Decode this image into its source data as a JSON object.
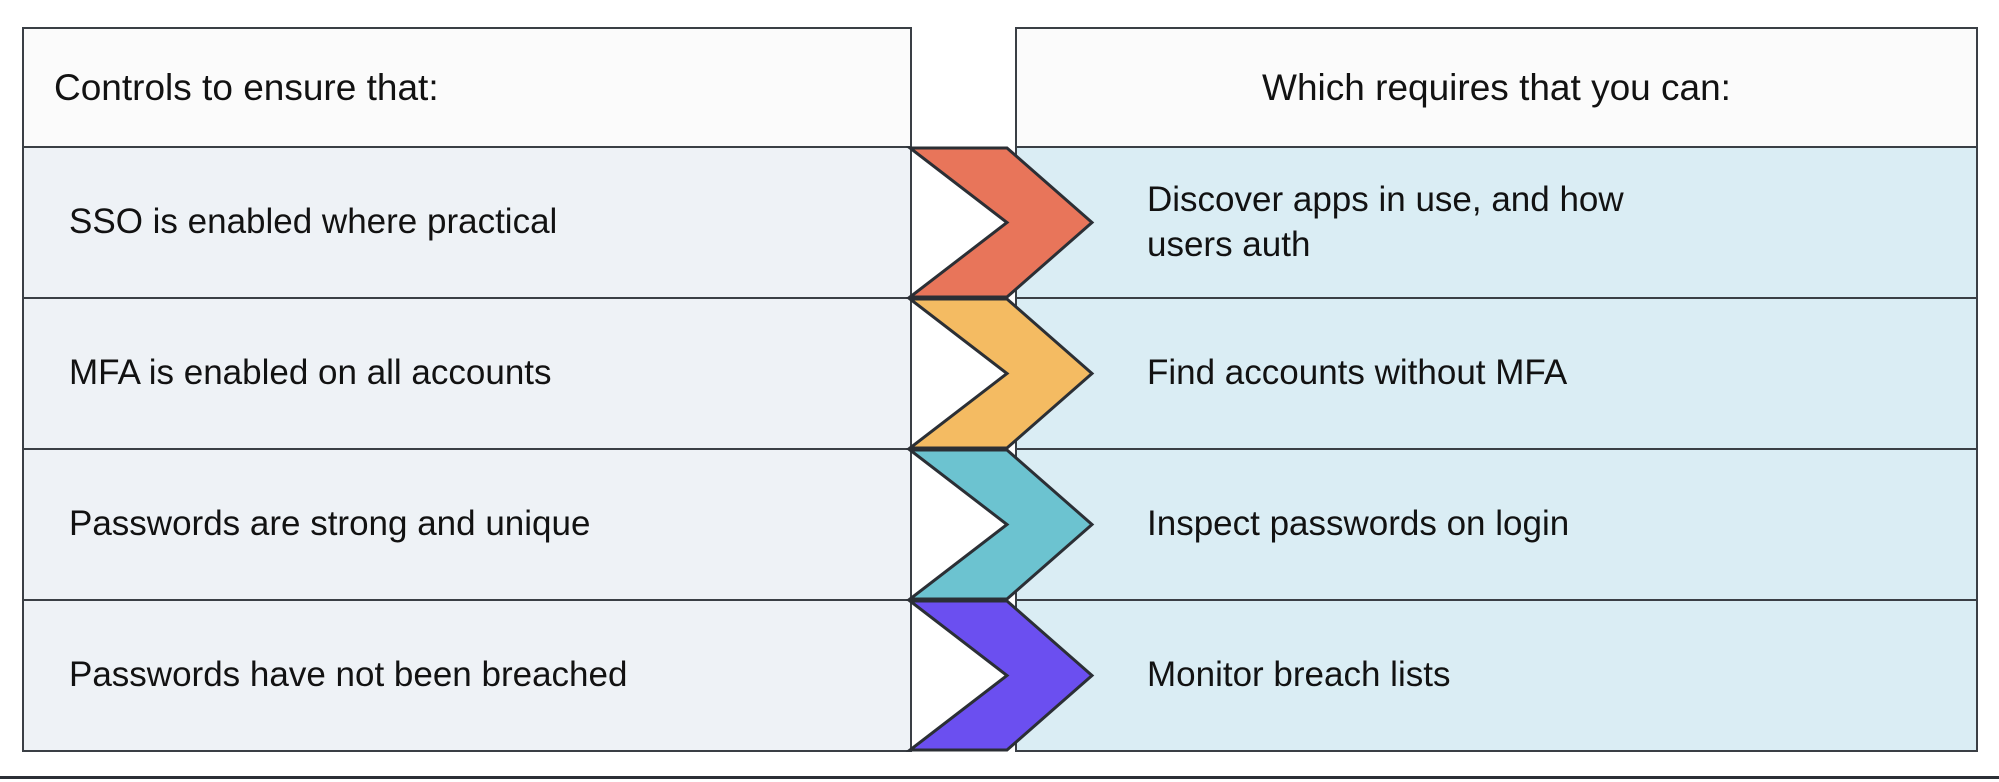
{
  "diagram": {
    "title_left": "Controls to ensure that:",
    "title_right": "Which requires that you can:",
    "columns": [
      {
        "key": "controls",
        "header": "Controls to ensure that:"
      },
      {
        "key": "requires",
        "header": "Which requires that you can:"
      }
    ],
    "rows": [
      {
        "control": "SSO is enabled where practical",
        "requirement": "Discover apps in use, and how\nusers auth",
        "arrow_color": "#e8755a",
        "arrow_name": "chevron-arrow-sso"
      },
      {
        "control": "MFA is enabled on all accounts",
        "requirement": "Find accounts without MFA",
        "arrow_color": "#f4bb62",
        "arrow_name": "chevron-arrow-mfa"
      },
      {
        "control": "Passwords are strong and unique",
        "requirement": "Inspect passwords on login",
        "arrow_color": "#6cc3d0",
        "arrow_name": "chevron-arrow-password-strength"
      },
      {
        "control": "Passwords have not been breached",
        "requirement": "Monitor breach lists",
        "arrow_color": "#6b4ff0",
        "arrow_name": "chevron-arrow-breach"
      }
    ],
    "colors": {
      "header_background": "#fbfbfb",
      "left_cell_background": "#eef2f6",
      "right_cell_background": "#daedf4",
      "border": "#3a3f45",
      "text": "#121212",
      "rule": "#2b2f35",
      "arrow_stroke": "#2b2f35"
    }
  }
}
